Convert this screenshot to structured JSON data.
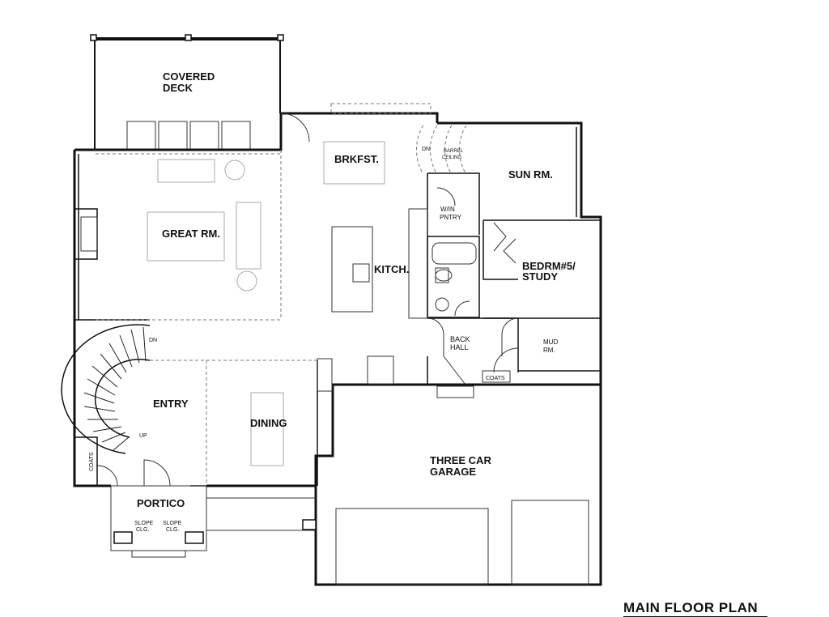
{
  "rooms": {
    "covered_deck_1": "COVERED",
    "covered_deck_2": "DECK",
    "brkfst": "BRKFST.",
    "sun_rm": "SUN RM.",
    "great_rm": "GREAT RM.",
    "win_pntry_1": "W/IN",
    "win_pntry_2": "PNTRY",
    "kitch": "KITCH.",
    "bedrm_1": "BEDRM#5/",
    "bedrm_2": "STUDY",
    "back_hall_1": "BACK",
    "back_hall_2": "HALL",
    "mud_rm_1": "MUD",
    "mud_rm_2": "RM.",
    "coats_back": "COATS",
    "entry": "ENTRY",
    "dining": "DINING",
    "garage_1": "THREE CAR",
    "garage_2": "GARAGE",
    "portico": "PORTICO",
    "coats_entry": "COATS"
  },
  "notes": {
    "dn_stair": "DN",
    "up_stair": "UP",
    "dn_sun": "DN",
    "barrel_1": "BARREL",
    "barrel_2": "CEILING",
    "slope_a1": "SLOPE",
    "slope_a2": "CLG.",
    "slope_b1": "SLOPE",
    "slope_b2": "CLG."
  },
  "title": "MAIN FLOOR PLAN"
}
